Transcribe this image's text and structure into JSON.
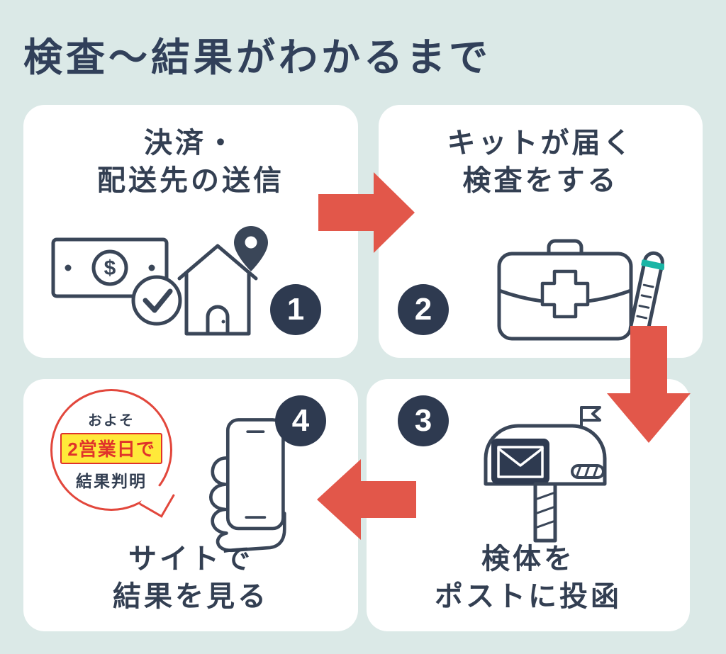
{
  "title": "検査〜結果がわかるまで",
  "colors": {
    "background": "#dbe9e7",
    "card": "#ffffff",
    "heading_text": "#333f52",
    "arrow": "#e2574a",
    "badge_bg": "#2e3a50",
    "badge_text": "#ffffff",
    "bubble_border": "#e2473c",
    "highlight_bg": "#ffe93a",
    "highlight_text": "#e0332b",
    "icon_stroke": "#3a4658",
    "tube_band": "#1ab5a5"
  },
  "steps": [
    {
      "number": "1",
      "lines": [
        "決済・",
        "配送先の送信"
      ],
      "money_symbol": "$",
      "icons": [
        "banknote-icon",
        "checkmark-icon",
        "house-icon",
        "location-pin-icon"
      ]
    },
    {
      "number": "2",
      "lines": [
        "キットが届く",
        "検査をする"
      ],
      "icons": [
        "first-aid-kit-icon",
        "test-tube-icon"
      ]
    },
    {
      "number": "3",
      "lines": [
        "検体を",
        "ポストに投函"
      ],
      "icons": [
        "mailbox-icon"
      ]
    },
    {
      "number": "4",
      "lines": [
        "サイトで",
        "結果を見る"
      ],
      "icons": [
        "smartphone-in-hand-icon"
      ],
      "bubble": {
        "line1": "およそ",
        "line2": "2営業日で",
        "line3": "結果判明"
      }
    }
  ],
  "arrows": [
    {
      "name": "arrow-right"
    },
    {
      "name": "arrow-down"
    },
    {
      "name": "arrow-left"
    }
  ]
}
